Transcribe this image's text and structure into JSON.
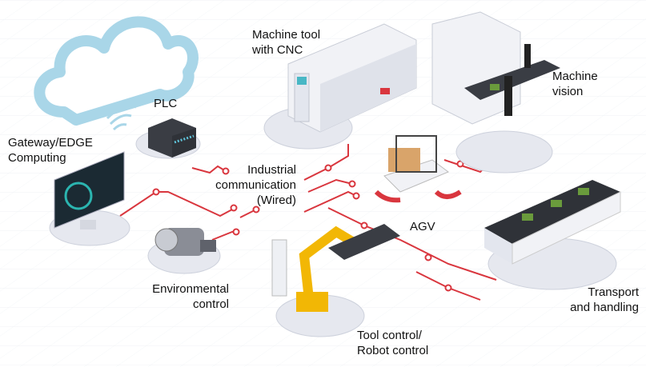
{
  "labels": {
    "machine_tool": "Machine tool\nwith CNC",
    "machine_vision": "Machine\nvision",
    "plc": "PLC",
    "gateway": "Gateway/EDGE\nComputing",
    "industrial_comm": "Industrial\ncommunication\n(Wired)",
    "agv": "AGV",
    "environmental": "Environmental\ncontrol",
    "robot_control": "Tool control/\nRobot control",
    "transport": "Transport\nand handling"
  },
  "colors": {
    "line": "#d9363e",
    "cloud": "#a9d6e8",
    "platform": "#e6e8ef",
    "robot": "#f2b705"
  }
}
